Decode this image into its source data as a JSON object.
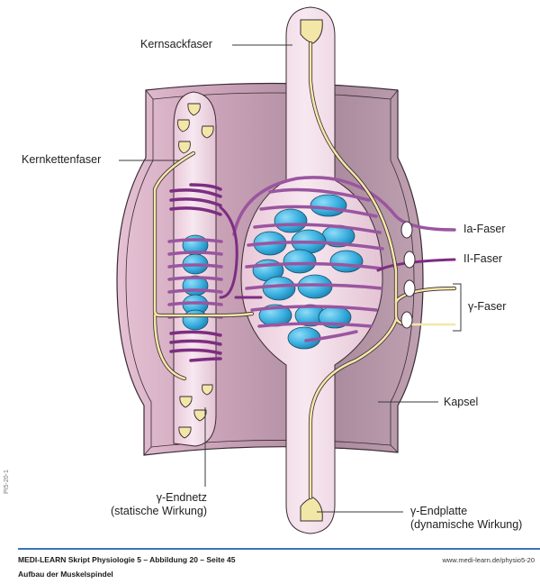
{
  "figure": {
    "title": "Aufbau der Muskelspindel",
    "labels": {
      "kernsackfaser": "Kernsackfaser",
      "kernkettenfaser": "Kernkettenfaser",
      "ia_faser": "Ia-Faser",
      "ii_faser": "II-Faser",
      "gamma_faser": "γ-Faser",
      "kapsel": "Kapsel",
      "gamma_endnetz_line1": "γ-Endnetz",
      "gamma_endnetz_line2": "(statische Wirkung)",
      "gamma_endplatte_line1": "γ-Endplatte",
      "gamma_endplatte_line2": "(dynamische Wirkung)"
    },
    "side_code": "PI5-20-1",
    "colors": {
      "capsule_outer": "#c9a3b6",
      "capsule_inner": "#a88a9c",
      "fiber_pink": "#f2d9e6",
      "nucleus_blue": "#3bb0e0",
      "afferent_purple": "#8a3f8f",
      "efferent_yellow": "#f3e7a8",
      "rule_blue": "#3b73b9"
    }
  },
  "footer": {
    "title": "MEDI-LEARN Skript Physiologie 5 – Abbildung 20 – Seite 45",
    "subtitle": "Aufbau der Muskelspindel",
    "url": "www.medi-learn.de/physio5-20"
  }
}
